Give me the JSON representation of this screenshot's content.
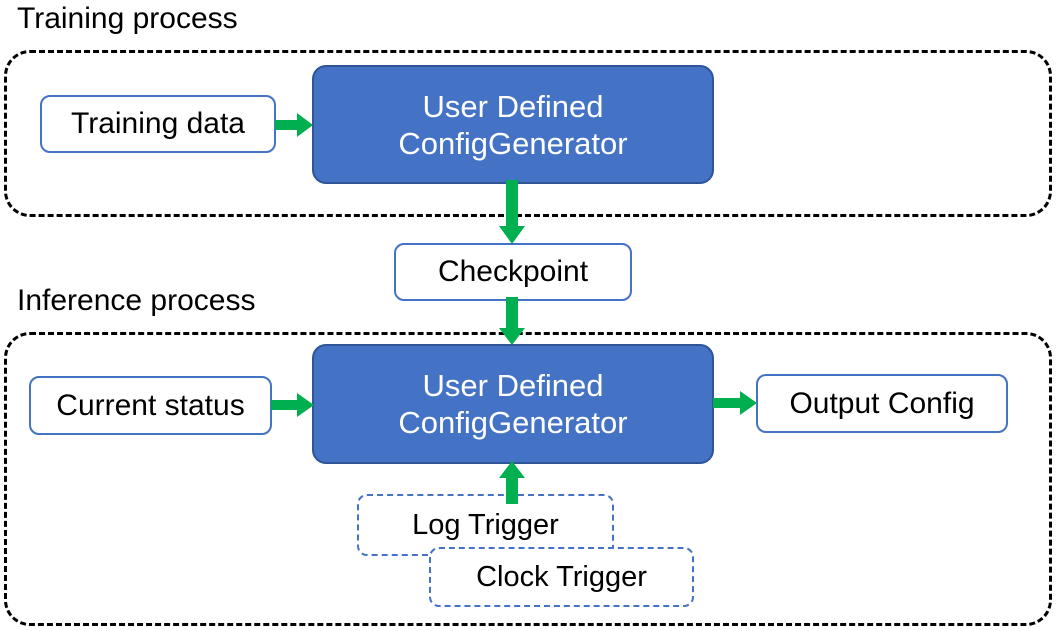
{
  "diagram": {
    "title_training": "Training process",
    "title_inference": "Inference process",
    "colors": {
      "accent_blue": "#4472C4",
      "box_border_blue": "#4472C4",
      "filled_box_border": "#2F5597",
      "arrow_green": "#00B050",
      "container_dash": "#000000",
      "text_dark": "#000000",
      "text_light": "#FFFFFF"
    },
    "boxes": {
      "training_data": "Training data",
      "generator_training_line1": "User Defined",
      "generator_training_line2": "ConfigGenerator",
      "checkpoint": "Checkpoint",
      "current_status": "Current status",
      "generator_inference_line1": "User Defined",
      "generator_inference_line2": "ConfigGenerator",
      "output_config": "Output Config",
      "log_trigger": "Log Trigger",
      "clock_trigger": "Clock Trigger"
    },
    "arrows": [
      {
        "name": "training-data-to-generator",
        "from": "Training data",
        "to": "User Defined ConfigGenerator",
        "direction": "right"
      },
      {
        "name": "generator-to-checkpoint",
        "from": "User Defined ConfigGenerator",
        "to": "Checkpoint",
        "direction": "down"
      },
      {
        "name": "checkpoint-to-generator",
        "from": "Checkpoint",
        "to": "User Defined ConfigGenerator",
        "direction": "down"
      },
      {
        "name": "status-to-generator",
        "from": "Current status",
        "to": "User Defined ConfigGenerator",
        "direction": "right"
      },
      {
        "name": "generator-to-output",
        "from": "User Defined ConfigGenerator",
        "to": "Output Config",
        "direction": "right"
      },
      {
        "name": "trigger-to-generator",
        "from": "Log Trigger / Clock Trigger",
        "to": "User Defined ConfigGenerator",
        "direction": "up"
      }
    ]
  }
}
